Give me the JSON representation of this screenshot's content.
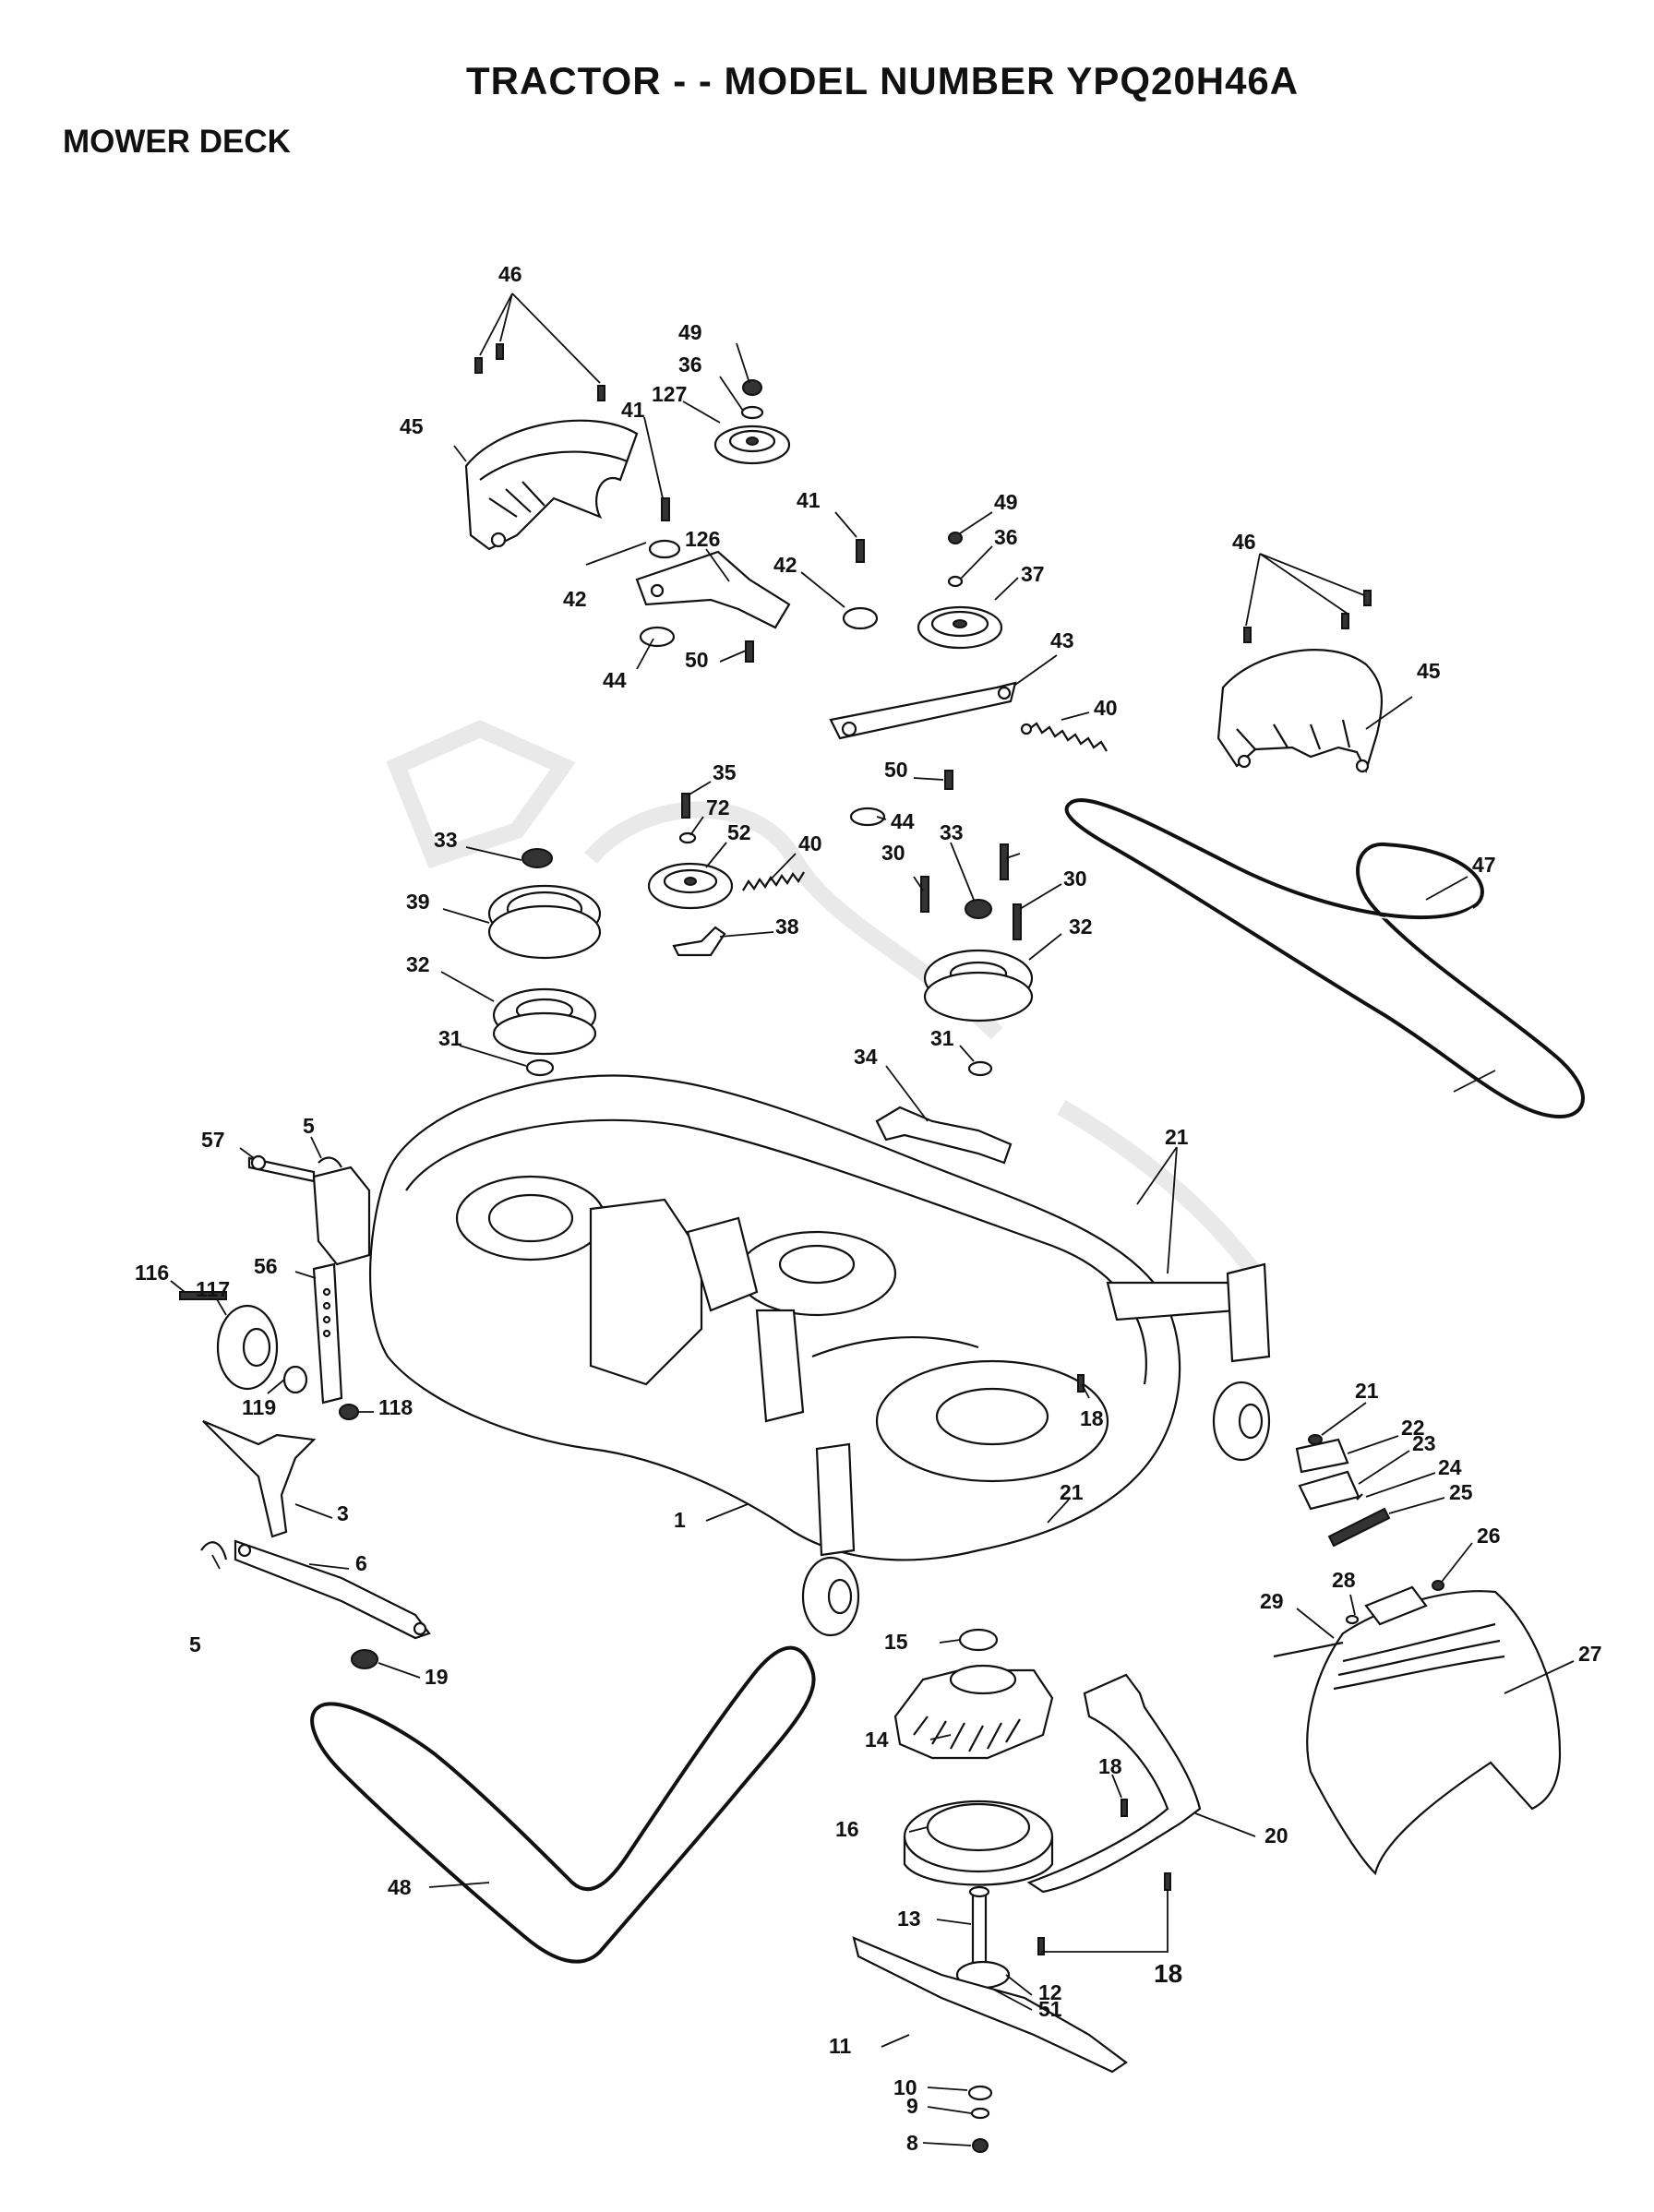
{
  "header": {
    "title": "TRACTOR - - MODEL NUMBER YPQ20H46A",
    "section": "MOWER DECK"
  },
  "callouts": [
    {
      "id": "c1",
      "label": "1"
    },
    {
      "id": "c3",
      "label": "3"
    },
    {
      "id": "c5a",
      "label": "5"
    },
    {
      "id": "c5b",
      "label": "5"
    },
    {
      "id": "c6",
      "label": "6"
    },
    {
      "id": "c8",
      "label": "8"
    },
    {
      "id": "c9",
      "label": "9"
    },
    {
      "id": "c10",
      "label": "10"
    },
    {
      "id": "c11",
      "label": "11"
    },
    {
      "id": "c12",
      "label": "12"
    },
    {
      "id": "c13",
      "label": "13"
    },
    {
      "id": "c14",
      "label": "14"
    },
    {
      "id": "c15",
      "label": "15"
    },
    {
      "id": "c16",
      "label": "16"
    },
    {
      "id": "c18a",
      "label": "18"
    },
    {
      "id": "c18b",
      "label": "18"
    },
    {
      "id": "c18c",
      "label": "18"
    },
    {
      "id": "c19",
      "label": "19"
    },
    {
      "id": "c20",
      "label": "20"
    },
    {
      "id": "c21a",
      "label": "21"
    },
    {
      "id": "c21b",
      "label": "21"
    },
    {
      "id": "c21c",
      "label": "21"
    },
    {
      "id": "c22",
      "label": "22"
    },
    {
      "id": "c23",
      "label": "23"
    },
    {
      "id": "c24",
      "label": "24"
    },
    {
      "id": "c25",
      "label": "25"
    },
    {
      "id": "c26",
      "label": "26"
    },
    {
      "id": "c27",
      "label": "27"
    },
    {
      "id": "c28",
      "label": "28"
    },
    {
      "id": "c29",
      "label": "29"
    },
    {
      "id": "c30a",
      "label": "30"
    },
    {
      "id": "c30b",
      "label": "30"
    },
    {
      "id": "c31a",
      "label": "31"
    },
    {
      "id": "c31b",
      "label": "31"
    },
    {
      "id": "c32a",
      "label": "32"
    },
    {
      "id": "c32b",
      "label": "32"
    },
    {
      "id": "c33a",
      "label": "33"
    },
    {
      "id": "c33b",
      "label": "33"
    },
    {
      "id": "c34",
      "label": "34"
    },
    {
      "id": "c35",
      "label": "35"
    },
    {
      "id": "c36a",
      "label": "36"
    },
    {
      "id": "c36b",
      "label": "36"
    },
    {
      "id": "c37",
      "label": "37"
    },
    {
      "id": "c38",
      "label": "38"
    },
    {
      "id": "c39",
      "label": "39"
    },
    {
      "id": "c40a",
      "label": "40"
    },
    {
      "id": "c40b",
      "label": "40"
    },
    {
      "id": "c41a",
      "label": "41"
    },
    {
      "id": "c41b",
      "label": "41"
    },
    {
      "id": "c42a",
      "label": "42"
    },
    {
      "id": "c42b",
      "label": "42"
    },
    {
      "id": "c43",
      "label": "43"
    },
    {
      "id": "c44a",
      "label": "44"
    },
    {
      "id": "c44b",
      "label": "44"
    },
    {
      "id": "c45a",
      "label": "45"
    },
    {
      "id": "c45b",
      "label": "45"
    },
    {
      "id": "c46a",
      "label": "46"
    },
    {
      "id": "c46b",
      "label": "46"
    },
    {
      "id": "c47",
      "label": "47"
    },
    {
      "id": "c48",
      "label": "48"
    },
    {
      "id": "c49a",
      "label": "49"
    },
    {
      "id": "c49b",
      "label": "49"
    },
    {
      "id": "c50a",
      "label": "50"
    },
    {
      "id": "c50b",
      "label": "50"
    },
    {
      "id": "c51",
      "label": "51"
    },
    {
      "id": "c52",
      "label": "52"
    },
    {
      "id": "c56",
      "label": "56"
    },
    {
      "id": "c57",
      "label": "57"
    },
    {
      "id": "c72",
      "label": "72"
    },
    {
      "id": "c116",
      "label": "116"
    },
    {
      "id": "c117",
      "label": "117"
    },
    {
      "id": "c118",
      "label": "118"
    },
    {
      "id": "c119",
      "label": "119"
    },
    {
      "id": "c126",
      "label": "126"
    },
    {
      "id": "c127",
      "label": "127"
    }
  ]
}
